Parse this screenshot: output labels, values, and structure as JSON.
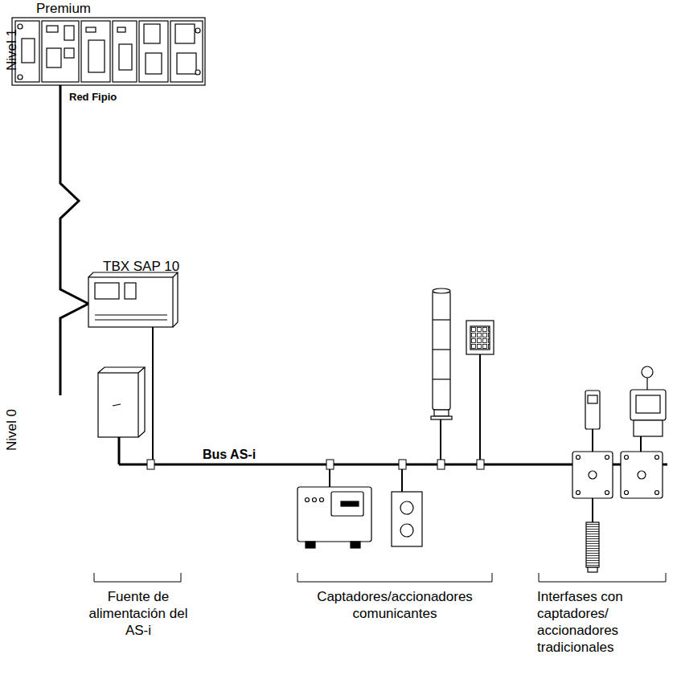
{
  "diagram": {
    "nodes": [
      {
        "text": [
          "Premium"
        ]
      },
      {
        "text": [
          "TBX SAP 10"
        ]
      }
    ],
    "edges": [
      {
        "from": 0,
        "to": 1,
        "arrow": "none",
        "label": "Red Fipio"
      }
    ],
    "labels": [
      "Nivel 1",
      "Nivel 0",
      "Bus AS-i",
      "Fuente de alimentación del AS-i",
      "Captadores/accionadores comunicantes",
      "Interfases con captadores/ accionadores tradicionales"
    ]
  }
}
